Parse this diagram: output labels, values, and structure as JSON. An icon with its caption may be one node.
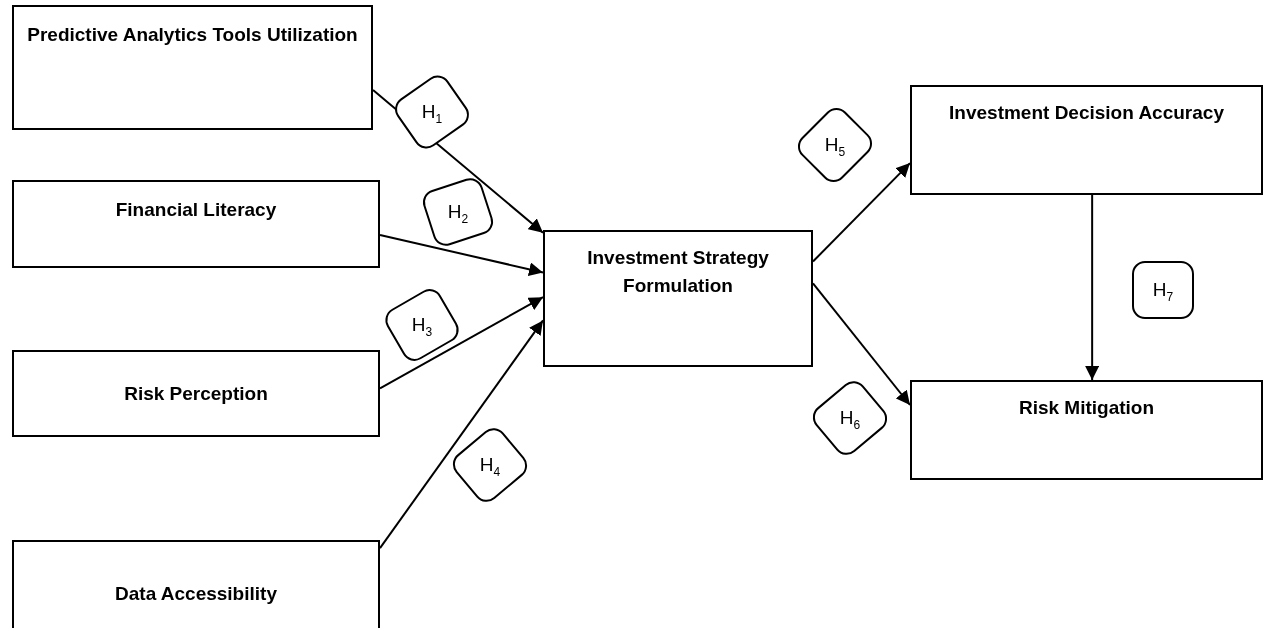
{
  "diagram": {
    "nodes": [
      {
        "text": [
          "Predictive Analytics Tools Utilization"
        ]
      },
      {
        "text": [
          "Financial Literacy"
        ]
      },
      {
        "text": [
          "Risk Perception"
        ]
      },
      {
        "text": [
          "Data Accessibility"
        ]
      },
      {
        "text": [
          "Investment Strategy Formulation"
        ]
      },
      {
        "text": [
          "Investment Decision Accuracy"
        ]
      },
      {
        "text": [
          "Risk Mitigation"
        ]
      }
    ],
    "edges": [
      {
        "from": 0,
        "to": 4,
        "arrow": "to",
        "label": "H$_{1}$"
      },
      {
        "from": 1,
        "to": 4,
        "arrow": "to",
        "label": "H$_{2}$"
      },
      {
        "from": 2,
        "to": 4,
        "arrow": "to",
        "label": "H$_{3}$"
      },
      {
        "from": 3,
        "to": 4,
        "arrow": "to",
        "label": "H$_{4}$"
      },
      {
        "from": 4,
        "to": 5,
        "arrow": "to",
        "label": "H$_{5}$"
      },
      {
        "from": 4,
        "to": 6,
        "arrow": "to",
        "label": "H$_{6}$"
      },
      {
        "from": 5,
        "to": 6,
        "arrow": "to",
        "label": "H$_{7}$"
      }
    ]
  }
}
